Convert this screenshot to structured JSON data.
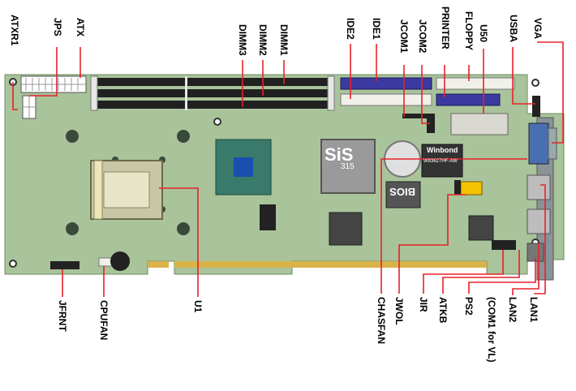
{
  "labels": {
    "atxr1": "ATXR1",
    "jps": "JPS",
    "atx": "ATX",
    "dimm3": "DIMM3",
    "dimm2": "DIMM2",
    "dimm1": "DIMM1",
    "ide2": "IDE2",
    "ide1": "IDE1",
    "jcom1": "JCOM1",
    "jcom2": "JCOM2",
    "printer": "PRINTER",
    "floppy": "FLOPPY",
    "u50": "U50",
    "usba": "USBA",
    "vga": "VGA",
    "jfrnt": "JFRNT",
    "cpufan": "CPUFAN",
    "u1": "U1",
    "chasfan": "CHASFAN",
    "jwol": "JWOL",
    "jir": "JIR",
    "atkb": "ATKB",
    "ps2": "PS2",
    "com1vl": "(COM1 for VL)",
    "lan2": "LAN2",
    "lan1": "LAN1"
  },
  "chips": {
    "sis_logo": "SiS",
    "sis_num": "315",
    "bios": "BIOS",
    "winbond": "Winbond",
    "winbond_part": "W83627HF-AW"
  },
  "colors": {
    "board": "#a9c39a",
    "callout": "#e8212b",
    "ide_blue": "#3a3aa0",
    "dimm_black": "#202020"
  }
}
